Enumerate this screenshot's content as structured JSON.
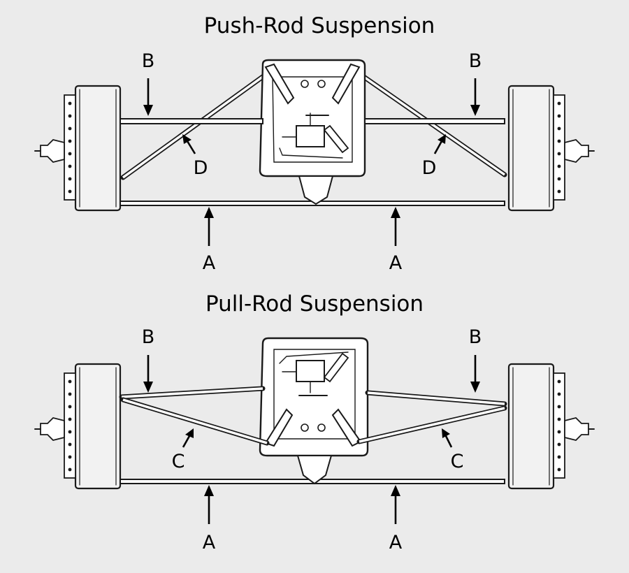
{
  "background": "#ebebeb",
  "diagrams": [
    {
      "title": "Push-Rod Suspension",
      "labels": {
        "a_left": "A",
        "a_right": "A",
        "b_left": "B",
        "b_right": "B",
        "rod_left": "D",
        "rod_right": "D"
      }
    },
    {
      "title": "Pull-Rod Suspension",
      "labels": {
        "a_left": "A",
        "a_right": "A",
        "b_left": "B",
        "b_right": "B",
        "rod_left": "C",
        "rod_right": "C"
      }
    }
  ]
}
